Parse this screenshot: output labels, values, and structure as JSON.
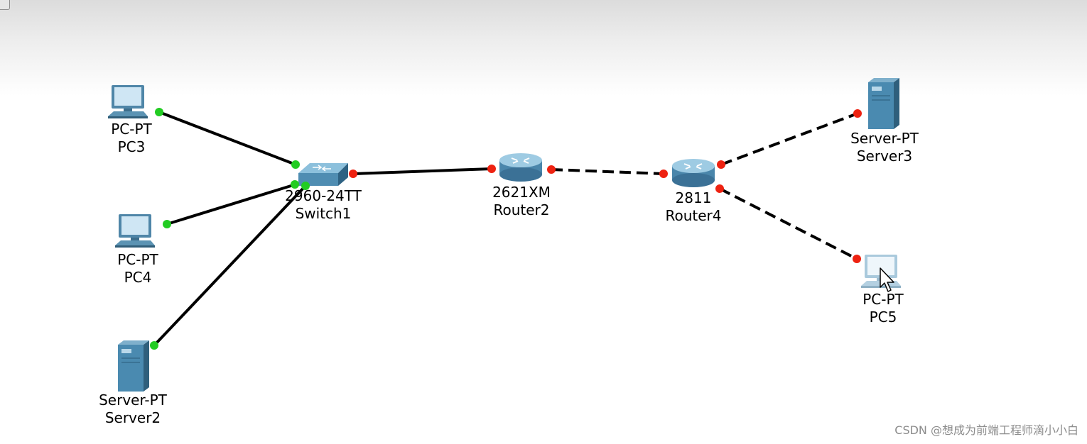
{
  "workspace": {
    "devices": [
      {
        "id": "pc3",
        "model": "PC-PT",
        "name": "PC3",
        "icon": "pc-icon"
      },
      {
        "id": "pc4",
        "model": "PC-PT",
        "name": "PC4",
        "icon": "pc-icon"
      },
      {
        "id": "server2",
        "model": "Server-PT",
        "name": "Server2",
        "icon": "server-icon"
      },
      {
        "id": "switch1",
        "model": "2960-24TT",
        "name": "Switch1",
        "icon": "switch-icon"
      },
      {
        "id": "router2",
        "model": "2621XM",
        "name": "Router2",
        "icon": "router-icon"
      },
      {
        "id": "router4",
        "model": "2811",
        "name": "Router4",
        "icon": "router-icon"
      },
      {
        "id": "server3",
        "model": "Server-PT",
        "name": "Server3",
        "icon": "server-icon"
      },
      {
        "id": "pc5",
        "model": "PC-PT",
        "name": "PC5",
        "icon": "pc-icon"
      }
    ],
    "links": [
      {
        "from": "pc3",
        "to": "switch1",
        "cable": "copper-straight-through",
        "status": "up"
      },
      {
        "from": "pc4",
        "to": "switch1",
        "cable": "copper-straight-through",
        "status": "up"
      },
      {
        "from": "server2",
        "to": "switch1",
        "cable": "copper-straight-through",
        "status": "up"
      },
      {
        "from": "switch1",
        "to": "router2",
        "cable": "copper-straight-through",
        "status": "down"
      },
      {
        "from": "router2",
        "to": "router4",
        "cable": "copper-cross-over",
        "status": "down"
      },
      {
        "from": "router4",
        "to": "server3",
        "cable": "copper-cross-over",
        "status": "down"
      },
      {
        "from": "router4",
        "to": "pc5",
        "cable": "copper-cross-over",
        "status": "down"
      }
    ],
    "status_colors": {
      "up": "#22cc22",
      "down": "#ee2211"
    }
  },
  "watermark": "CSDN @想成为前端工程师滴小小白"
}
